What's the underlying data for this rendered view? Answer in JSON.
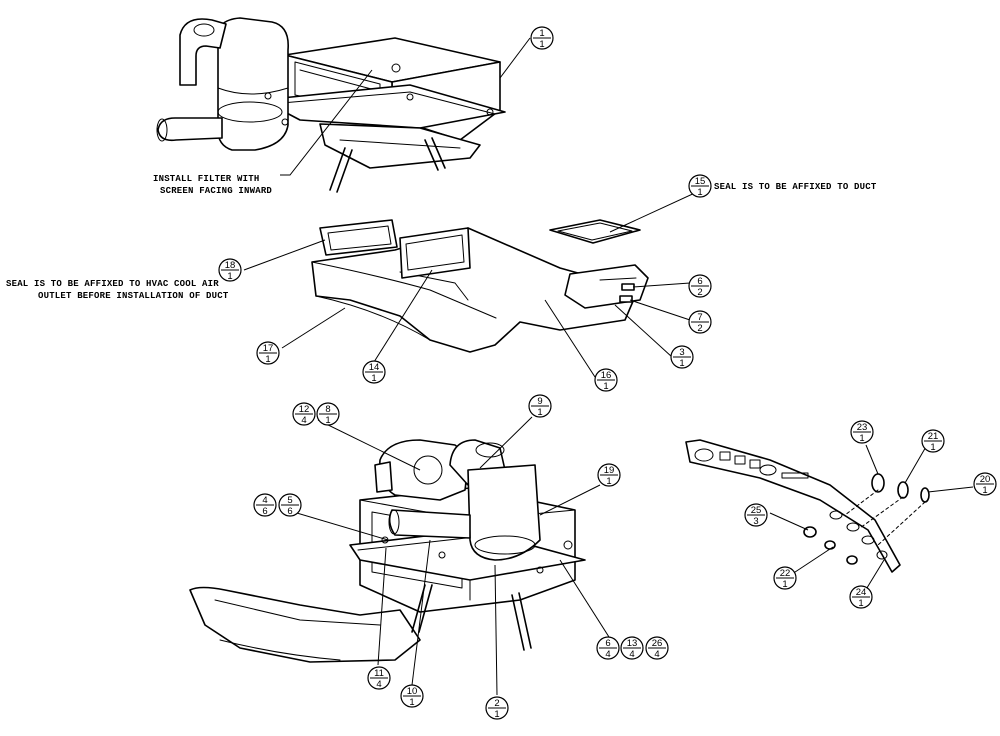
{
  "notes": {
    "filter_line1": "INSTALL FILTER WITH",
    "filter_line2": "SCREEN FACING INWARD",
    "seal_duct": "SEAL IS TO BE AFFIXED TO DUCT",
    "seal_hvac_line1": "SEAL IS TO BE AFFIXED TO HVAC COOL AIR",
    "seal_hvac_line2": "OUTLET BEFORE INSTALLATION OF DUCT"
  },
  "callouts": [
    {
      "item": "1",
      "qty": "1"
    },
    {
      "item": "15",
      "qty": "1"
    },
    {
      "item": "18",
      "qty": "1"
    },
    {
      "item": "6",
      "qty": "2"
    },
    {
      "item": "7",
      "qty": "2"
    },
    {
      "item": "3",
      "qty": "1"
    },
    {
      "item": "17",
      "qty": "1"
    },
    {
      "item": "14",
      "qty": "1"
    },
    {
      "item": "16",
      "qty": "1"
    },
    {
      "item": "12",
      "qty": "4"
    },
    {
      "item": "8",
      "qty": "1"
    },
    {
      "item": "9",
      "qty": "1"
    },
    {
      "item": "19",
      "qty": "1"
    },
    {
      "item": "4",
      "qty": "6"
    },
    {
      "item": "5",
      "qty": "6"
    },
    {
      "item": "11",
      "qty": "4"
    },
    {
      "item": "10",
      "qty": "1"
    },
    {
      "item": "2",
      "qty": "1"
    },
    {
      "item": "6",
      "qty": "4"
    },
    {
      "item": "13",
      "qty": "4"
    },
    {
      "item": "26",
      "qty": "4"
    },
    {
      "item": "23",
      "qty": "1"
    },
    {
      "item": "21",
      "qty": "1"
    },
    {
      "item": "20",
      "qty": "1"
    },
    {
      "item": "25",
      "qty": "3"
    },
    {
      "item": "22",
      "qty": "1"
    },
    {
      "item": "24",
      "qty": "1"
    }
  ]
}
